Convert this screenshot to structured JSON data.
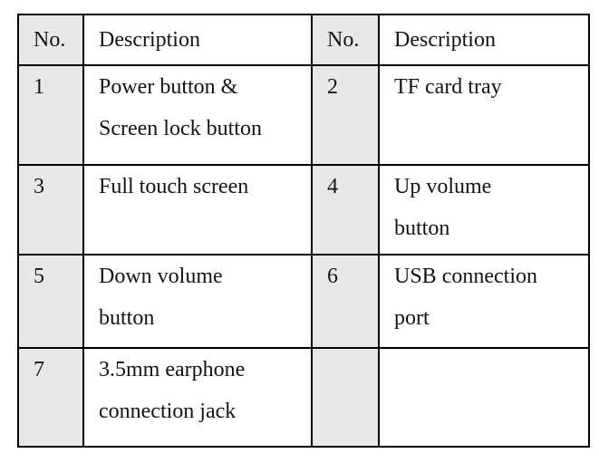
{
  "colors": {
    "border": "#000000",
    "no_column_fill": "#e8e8e8",
    "text": "#141414",
    "page_background": "#ffffff"
  },
  "table": {
    "columns": [
      "No.",
      "Description",
      "No.",
      "Description"
    ],
    "rows": [
      {
        "no_a": "1",
        "desc_a": "Power button &\nScreen lock button",
        "no_b": "2",
        "desc_b": "TF card tray"
      },
      {
        "no_a": "3",
        "desc_a": "Full touch screen",
        "no_b": "4",
        "desc_b": "Up volume\nbutton"
      },
      {
        "no_a": "5",
        "desc_a": "Down volume\nbutton",
        "no_b": "6",
        "desc_b": "USB connection\nport"
      },
      {
        "no_a": "7",
        "desc_a": "3.5mm earphone\nconnection jack",
        "no_b": "",
        "desc_b": ""
      }
    ]
  }
}
